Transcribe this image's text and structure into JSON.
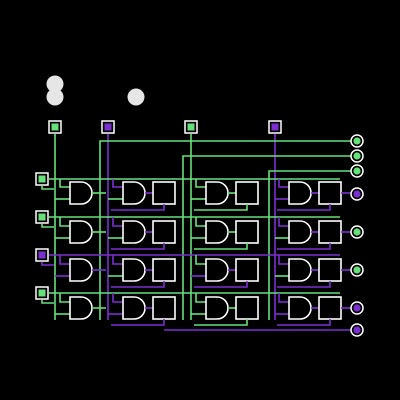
{
  "theme": {
    "background": "#000000",
    "wire_on": "#66e07a",
    "wire_off": "#7a2fd0",
    "outline": "#ffffff",
    "indicator": "#e6e6e6"
  },
  "indicators": [
    {
      "name": "status-light-1",
      "on": true
    },
    {
      "name": "status-light-2",
      "on": true
    },
    {
      "name": "status-light-3",
      "on": true
    }
  ],
  "inputs": {
    "columns": [
      true,
      false,
      true,
      false
    ],
    "rows": [
      true,
      true,
      false,
      true
    ]
  },
  "outputs": [
    true,
    true,
    true,
    false,
    true,
    true,
    false,
    false
  ],
  "grid": {
    "rows": 4,
    "columns": 4,
    "gate_type": "AND",
    "cells": [
      [
        {
          "a": true,
          "b": true
        },
        {
          "a": false,
          "b": true
        },
        {
          "a": true,
          "b": true
        },
        {
          "a": false,
          "b": false
        }
      ],
      [
        {
          "a": true,
          "b": true
        },
        {
          "a": false,
          "b": true
        },
        {
          "a": true,
          "b": true
        },
        {
          "a": false,
          "b": true
        }
      ],
      [
        {
          "a": false,
          "b": false
        },
        {
          "a": false,
          "b": true
        },
        {
          "a": true,
          "b": false
        },
        {
          "a": false,
          "b": true
        }
      ],
      [
        {
          "a": true,
          "b": true
        },
        {
          "a": false,
          "b": false
        },
        {
          "a": true,
          "b": true
        },
        {
          "a": false,
          "b": false
        }
      ]
    ]
  }
}
